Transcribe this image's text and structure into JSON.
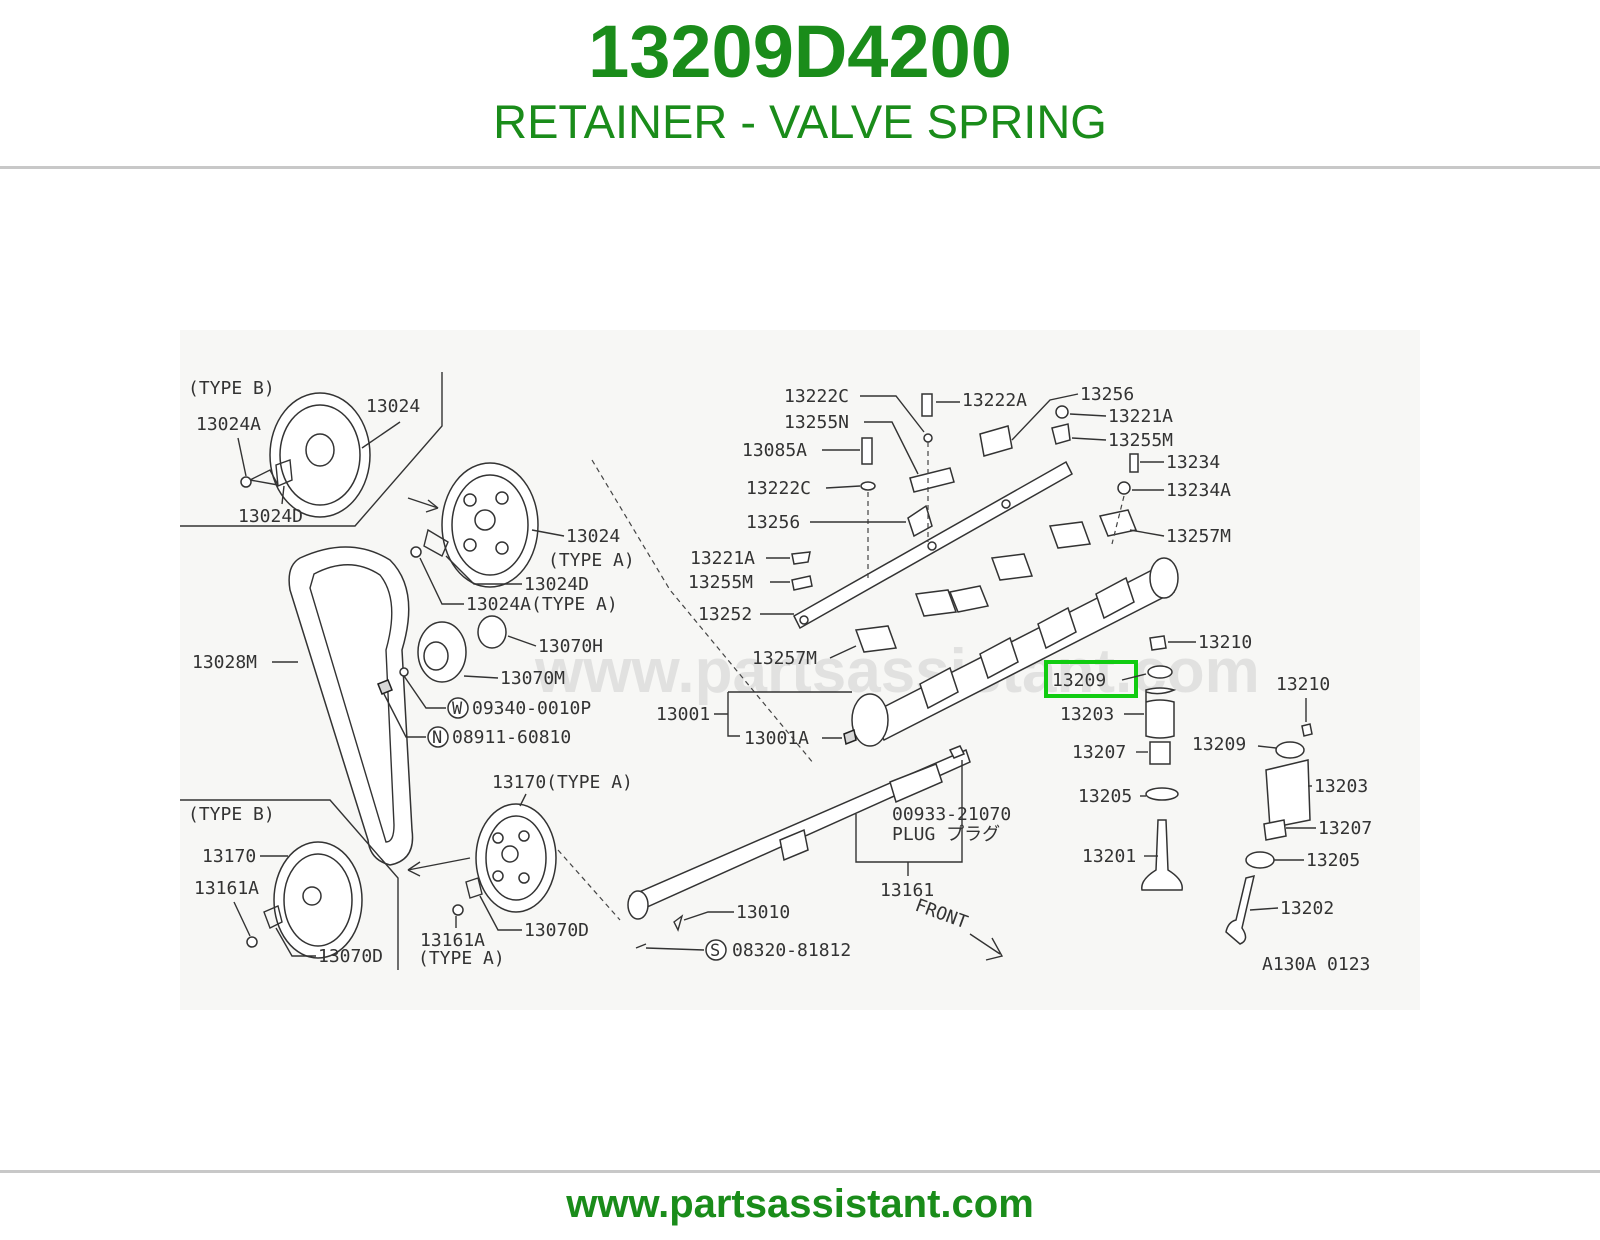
{
  "header": {
    "part_number": "13209D4200",
    "part_name": "RETAINER - VALVE SPRING"
  },
  "footer": {
    "url": "www.partsassistant.com"
  },
  "diagram": {
    "watermark": "www.partsassistant.com",
    "code": "A130A 0123",
    "highlighted_part": "13209",
    "labels": {
      "type_b_top": "(TYPE B)",
      "p13024_top": "13024",
      "p13024A_top": "13024A",
      "p13024D_top": "13024D",
      "p13024_typeA": "13024",
      "type_a_1": "(TYPE A)",
      "p13024D_mid": "13024D",
      "p13024A_typeA": "13024A(TYPE A)",
      "p13070H": "13070H",
      "p13028M": "13028M",
      "p13070M": "13070M",
      "p09340": "09340-0010P",
      "p08911": "08911-60810",
      "p13001": "13001",
      "p13001A": "13001A",
      "type_b_bottom": "(TYPE B)",
      "p13170_left": "13170",
      "p13161A_left": "13161A",
      "p13070D_left": "13070D",
      "p13170_typeA": "13170(TYPE A)",
      "p13161A_typeA": "13161A",
      "type_a_2": "(TYPE A)",
      "p13070D_right": "13070D",
      "p13010": "13010",
      "p08320": "08320-81812",
      "p00933": "00933-21070",
      "plug": "PLUG プラグ",
      "p13161": "13161",
      "front": "FRONT",
      "p13222C_top": "13222C",
      "p13222A": "13222A",
      "p13256_top": "13256",
      "p13255N": "13255N",
      "p13221A_top": "13221A",
      "p13255M_top": "13255M",
      "p13085A": "13085A",
      "p13234": "13234",
      "p13222C_mid": "13222C",
      "p13234A": "13234A",
      "p13256_mid": "13256",
      "p13257M_top": "13257M",
      "p13221A_mid": "13221A",
      "p13255M_mid": "13255M",
      "p13252": "13252",
      "p13257M_mid": "13257M",
      "p13210_a": "13210",
      "p13209_a": "13209",
      "p13203_a": "13203",
      "p13207_a": "13207",
      "p13205_a": "13205",
      "p13201": "13201",
      "p13210_b": "13210",
      "p13209_b": "13209",
      "p13203_b": "13203",
      "p13207_b": "13207",
      "p13205_b": "13205",
      "p13202": "13202"
    }
  }
}
